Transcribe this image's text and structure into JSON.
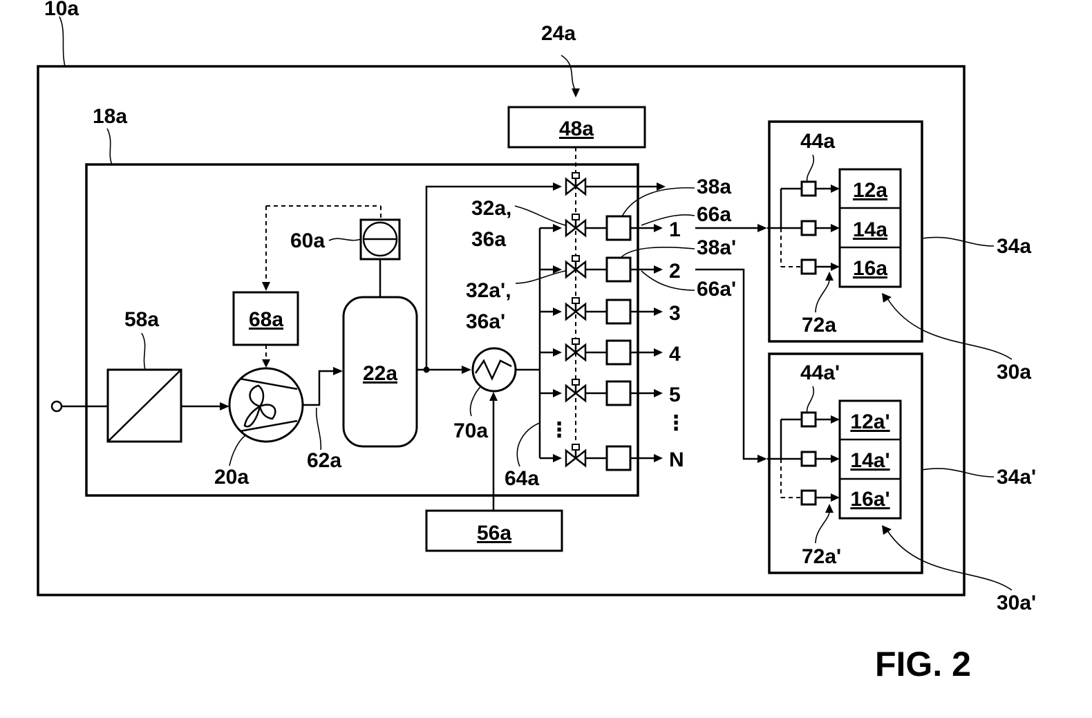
{
  "figure_title": "FIG. 2",
  "labels": {
    "l10a": "10a",
    "l18a": "18a",
    "l24a": "24a",
    "l48a": "48a",
    "l58a": "58a",
    "l68a": "68a",
    "l60a": "60a",
    "l22a": "22a",
    "l20a": "20a",
    "l62a": "62a",
    "l70a": "70a",
    "l64a": "64a",
    "l56a": "56a",
    "l32a": "32a,",
    "l36a": "36a",
    "l32ap": "32a',",
    "l36ap": "36a'",
    "l38a": "38a",
    "l66a": "66a",
    "l38ap": "38a'",
    "l66ap": "66a'",
    "l44a": "44a",
    "l12a": "12a",
    "l14a": "14a",
    "l16a": "16a",
    "l72a": "72a",
    "l34a": "34a",
    "l30a": "30a",
    "l44ap": "44a'",
    "l12ap": "12a'",
    "l14ap": "14a'",
    "l16ap": "16a'",
    "l72ap": "72a'",
    "l34ap": "34a'",
    "l30ap": "30a'",
    "out1": "1",
    "out2": "2",
    "out3": "3",
    "out4": "4",
    "out5": "5",
    "outN": "N",
    "dots": "⋮"
  }
}
